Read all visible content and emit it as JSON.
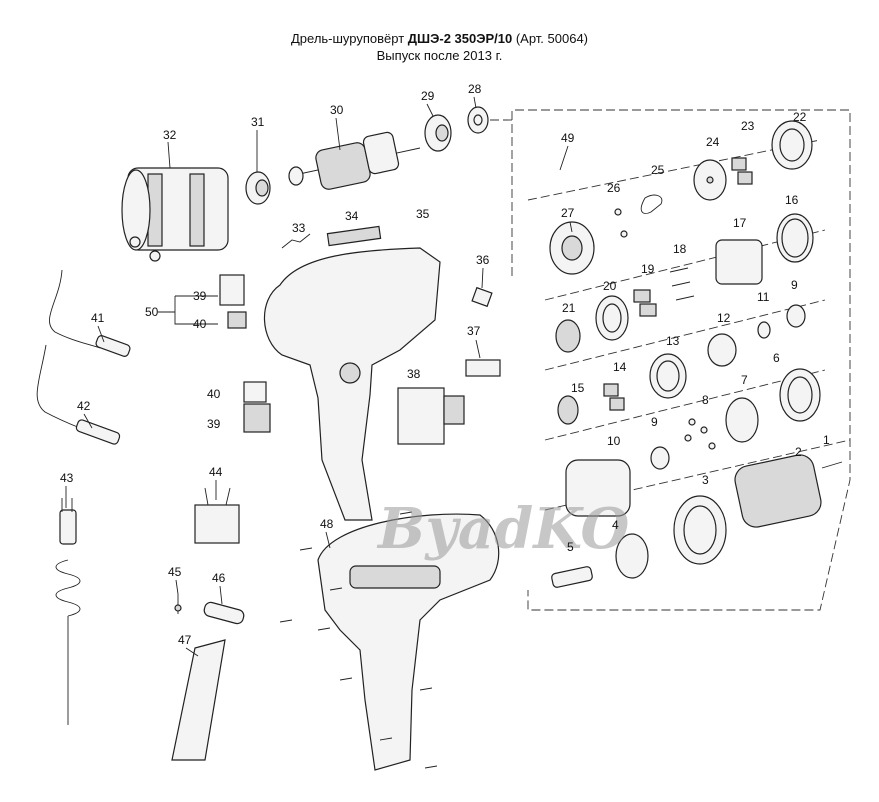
{
  "header": {
    "line1_prefix": "Дрель-шуруповёрт ",
    "line1_model": "ДШЭ-2 350ЭР/10",
    "line1_suffix": " (Арт. 50064)",
    "line2": "Выпуск после 2013 г."
  },
  "watermark": "ByadKO",
  "parts": {
    "p1": "1",
    "p2": "2",
    "p3": "3",
    "p4": "4",
    "p5": "5",
    "p6": "6",
    "p7": "7",
    "p8": "8",
    "p9a": "9",
    "p9b": "9",
    "p10": "10",
    "p11": "11",
    "p12": "12",
    "p13": "13",
    "p14": "14",
    "p15": "15",
    "p16": "16",
    "p17": "17",
    "p18": "18",
    "p19": "19",
    "p20": "20",
    "p21": "21",
    "p22": "22",
    "p23": "23",
    "p24": "24",
    "p25": "25",
    "p26": "26",
    "p27": "27",
    "p28": "28",
    "p29": "29",
    "p30": "30",
    "p31": "31",
    "p32": "32",
    "p33": "33",
    "p34": "34",
    "p35": "35",
    "p36": "36",
    "p37": "37",
    "p38": "38",
    "p39a": "39",
    "p39b": "39",
    "p40a": "40",
    "p40b": "40",
    "p41": "41",
    "p42": "42",
    "p43": "43",
    "p44": "44",
    "p45": "45",
    "p46": "46",
    "p47": "47",
    "p48": "48",
    "p49": "49",
    "p50": "50"
  }
}
